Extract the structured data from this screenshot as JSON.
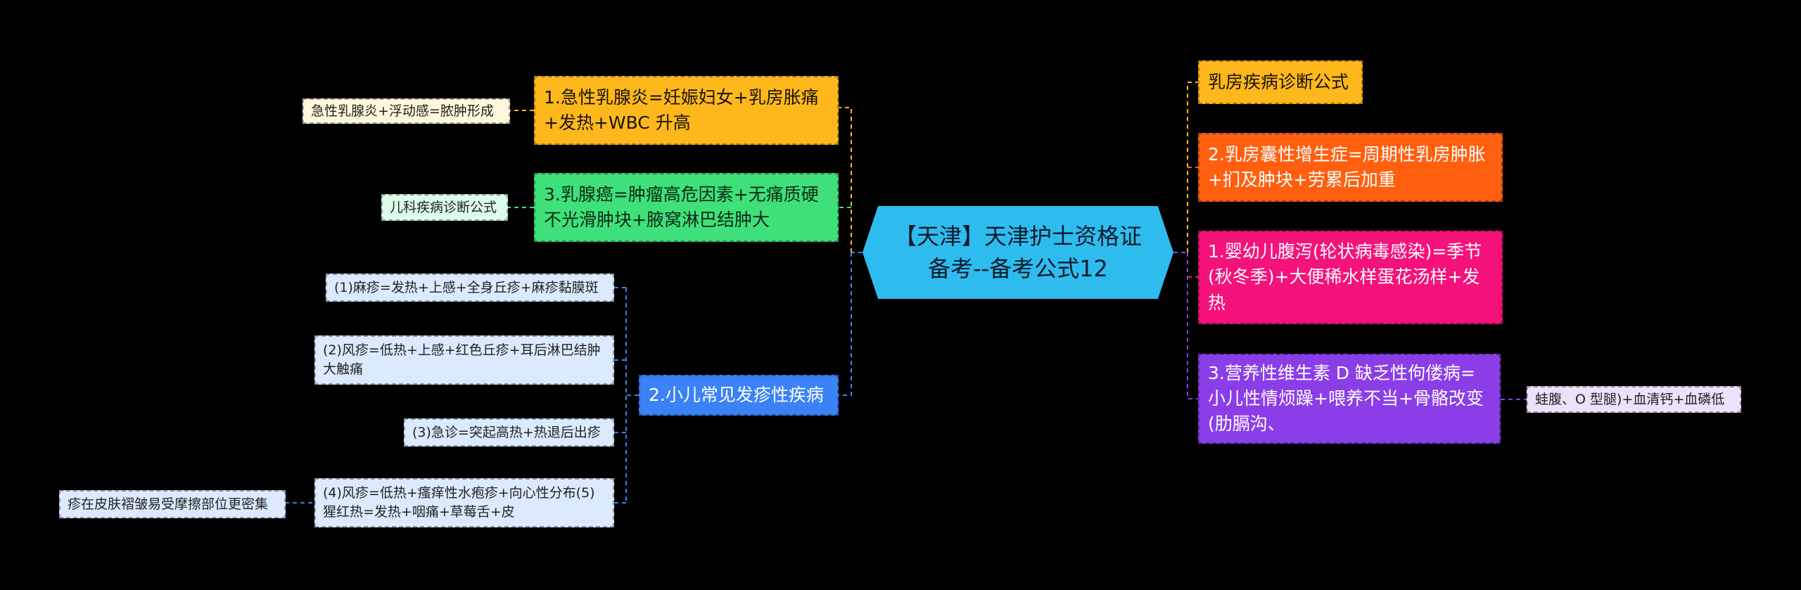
{
  "root": {
    "title": "【天津】天津护士资格证备考--备考公式12"
  },
  "left": {
    "b1": {
      "label": "1.急性乳腺炎=妊娠妇女+乳房胀痛+发热+WBC 升高",
      "note": "急性乳腺炎+浮动感=脓肿形成"
    },
    "b3": {
      "label": "3.乳腺癌=肿瘤高危因素+无痛质硬不光滑肿块+腋窝淋巴结肿大",
      "note": "儿科疾病诊断公式"
    },
    "b2": {
      "label": "2.小儿常见发疹性疾病",
      "items": [
        "(1)麻疹=发热+上感+全身丘疹+麻疹黏膜斑",
        "(2)风疹=低热+上感+红色丘疹+耳后淋巴结肿大触痛",
        "(3)急诊=突起高热+热退后出疹",
        "(4)风疹=低热+瘙痒性水疱疹+向心性分布(5)猩红热=发热+咽痛+草莓舌+皮"
      ],
      "subnote": "疹在皮肤褶皱易受摩擦部位更密集"
    }
  },
  "right": {
    "r0": {
      "label": "乳房疾病诊断公式"
    },
    "r1": {
      "label": "2.乳房囊性增生症=周期性乳房肿胀+扪及肿块+劳累后加重"
    },
    "r2": {
      "label": "1.婴幼儿腹泻(轮状病毒感染)=季节(秋冬季)+大便稀水样蛋花汤样+发热"
    },
    "r3": {
      "label": "3.营养性维生素 D 缺乏性佝偻病=小儿性情烦躁+喂养不当+骨骼改变(肋膈沟、",
      "note": "蛙腹、O 型腿)+血清钙+血磷低"
    }
  },
  "colors": {
    "background": "#000000",
    "root": "#2ebcef",
    "yellow": "#ffb81c",
    "green": "#3fe07a",
    "blue": "#3b82f6",
    "orange": "#ff5f0f",
    "pink": "#f5127a",
    "purple": "#8b3ee8",
    "note_cream": "#fff7dc",
    "note_green": "#dcfce7",
    "note_blue": "#dbeafe",
    "note_lilac": "#ece2fb"
  }
}
